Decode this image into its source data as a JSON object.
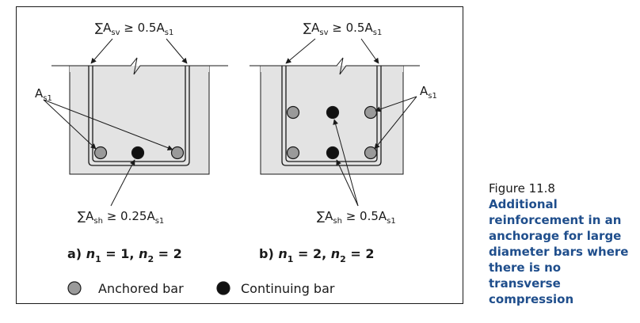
{
  "diagram": {
    "panel_a": {
      "top_label": {
        "prefix": "∑A",
        "sub": "sv",
        "mid": " ≥ 0.5A",
        "sub2": "s1"
      },
      "side_label": {
        "prefix": "A",
        "sub": "s1"
      },
      "bottom_label": {
        "prefix": "∑A",
        "sub": "sh",
        "mid": " ≥ 0.25A",
        "sub2": "s1"
      },
      "case_label": {
        "prefix": "a) ",
        "n1": "n",
        "n1_sub": "1",
        "n1_val": " = 1, ",
        "n2": "n",
        "n2_sub": "2",
        "n2_val": " = 2"
      }
    },
    "panel_b": {
      "top_label": {
        "prefix": "∑A",
        "sub": "sv",
        "mid": " ≥ 0.5A",
        "sub2": "s1"
      },
      "side_label": {
        "prefix": "A",
        "sub": "s1"
      },
      "bottom_label": {
        "prefix": "∑A",
        "sub": "sh",
        "mid": " ≥ 0.5A",
        "sub2": "s1"
      },
      "case_label": {
        "prefix": "b) ",
        "n1": "n",
        "n1_sub": "1",
        "n1_val": " = 2, ",
        "n2": "n",
        "n2_sub": "2",
        "n2_val": " = 2"
      }
    },
    "legend": {
      "anchored": "Anchored bar",
      "continuing": "Continuing bar"
    },
    "colors": {
      "concrete": "#e3e3e3",
      "anchored_bar": "#9a9a9a",
      "continuing_bar": "#111111",
      "line": "#1a1a1a"
    }
  },
  "caption": {
    "label": "Figure 11.8",
    "title": "Additional reinforcement in an anchorage for large diameter bars where there is no transverse compression",
    "color": "#1f4e8c"
  }
}
